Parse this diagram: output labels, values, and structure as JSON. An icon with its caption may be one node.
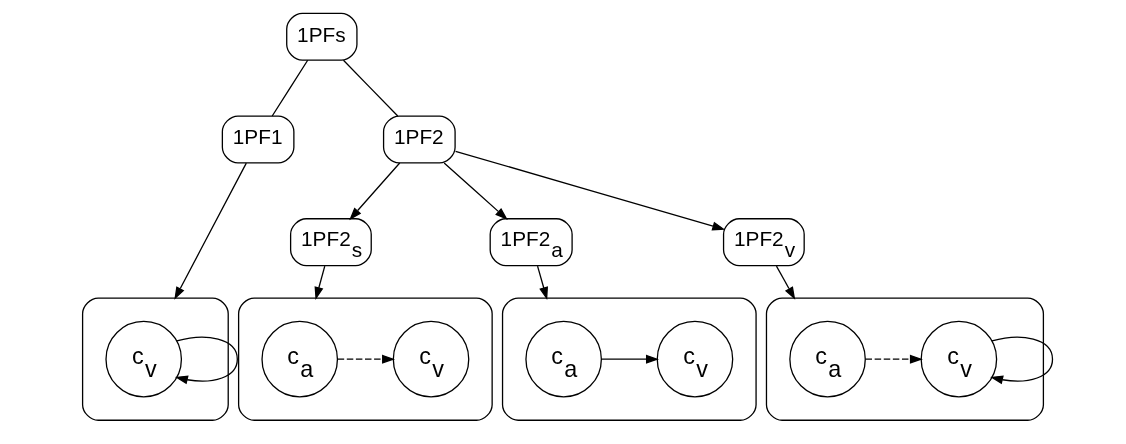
{
  "diagram": {
    "nodes": [
      {
        "text": [
          "1PFs"
        ]
      },
      {
        "text": [
          "1PF1"
        ]
      },
      {
        "text": [
          "1PF2"
        ]
      },
      {
        "text": [
          "1PF2$_{s}$"
        ]
      },
      {
        "text": [
          "1PF2$_{a}$"
        ]
      },
      {
        "text": [
          "1PF2$_{v}$"
        ]
      },
      {
        "text": [],
        "shape": "box"
      },
      {
        "text": [
          "c$_{v}$"
        ],
        "in": 6
      },
      {
        "text": [],
        "shape": "box"
      },
      {
        "text": [
          "c$_{a}$"
        ],
        "in": 8
      },
      {
        "text": [
          "c$_{v}$"
        ],
        "in": 8
      },
      {
        "text": [],
        "shape": "box"
      },
      {
        "text": [
          "c$_{a}$"
        ],
        "in": 11
      },
      {
        "text": [
          "c$_{v}$"
        ],
        "in": 11
      },
      {
        "text": [],
        "shape": "box"
      },
      {
        "text": [
          "c$_{a}$"
        ],
        "in": 14
      },
      {
        "text": [
          "c$_{v}$"
        ],
        "in": 14
      }
    ],
    "edges": [
      {
        "from": 0,
        "to": 1,
        "arrow": "none"
      },
      {
        "from": 0,
        "to": 2,
        "arrow": "none"
      },
      {
        "from": 1,
        "to": 6,
        "arrow": "to"
      },
      {
        "from": 2,
        "to": 3,
        "arrow": "to"
      },
      {
        "from": 2,
        "to": 4,
        "arrow": "to"
      },
      {
        "from": 2,
        "to": 5,
        "arrow": "to"
      },
      {
        "from": 3,
        "to": 8,
        "arrow": "to"
      },
      {
        "from": 4,
        "to": 11,
        "arrow": "to"
      },
      {
        "from": 5,
        "to": 14,
        "arrow": "to"
      },
      {
        "from": 7,
        "to": 7,
        "arrow": "to"
      },
      {
        "from": 9,
        "to": 10,
        "arrow": "to",
        "style": "dashed"
      },
      {
        "from": 12,
        "to": 13,
        "arrow": "to"
      },
      {
        "from": 15,
        "to": 16,
        "arrow": "to",
        "style": "dashed"
      },
      {
        "from": 16,
        "to": 16,
        "arrow": "to"
      }
    ]
  }
}
